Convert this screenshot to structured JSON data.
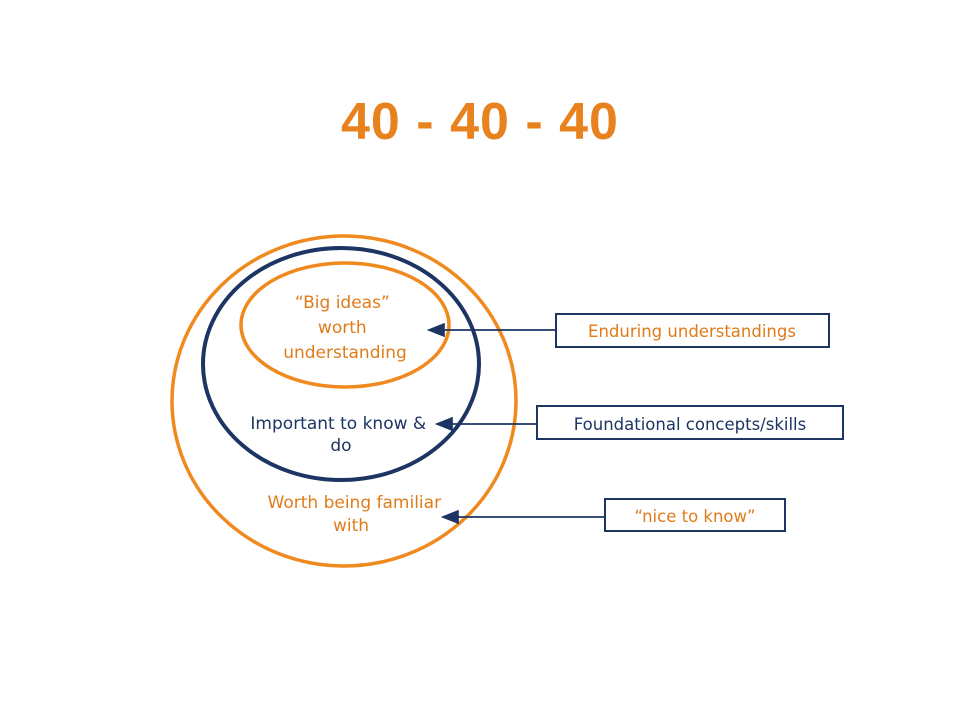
{
  "title": "40 - 40 - 40",
  "colors": {
    "title": "#e8821e",
    "outer_ring": "#f0891e",
    "middle_ring": "#1c3563",
    "inner_ring": "#f0891e",
    "orange_text": "#e07b1a",
    "navy_text": "#1c3563",
    "box_border": "#1c3563",
    "arrow": "#1c3563"
  },
  "rings": {
    "inner": {
      "lines": [
        "“Big ideas”",
        "worth",
        "understanding"
      ]
    },
    "middle": {
      "lines": [
        "Important to know &",
        "do"
      ]
    },
    "outer": {
      "lines": [
        "Worth being familiar",
        "with"
      ]
    }
  },
  "callouts": {
    "enduring": {
      "label": "Enduring understandings"
    },
    "foundational": {
      "label": "Foundational concepts/skills"
    },
    "nice": {
      "label": "“nice to know”"
    }
  }
}
